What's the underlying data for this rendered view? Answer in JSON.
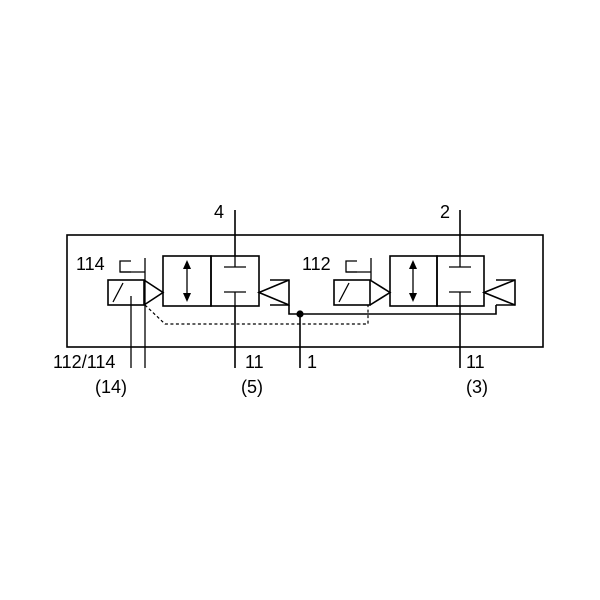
{
  "diagram": {
    "labels": {
      "port_4": "4",
      "port_2": "2",
      "pilot_114": "114",
      "pilot_112": "112",
      "port_112_114": "112/114",
      "port_14": "(14)",
      "exhaust_11_left": "11",
      "port_5": "(5)",
      "supply_1": "1",
      "exhaust_11_right": "11",
      "port_3": "(3)"
    }
  }
}
